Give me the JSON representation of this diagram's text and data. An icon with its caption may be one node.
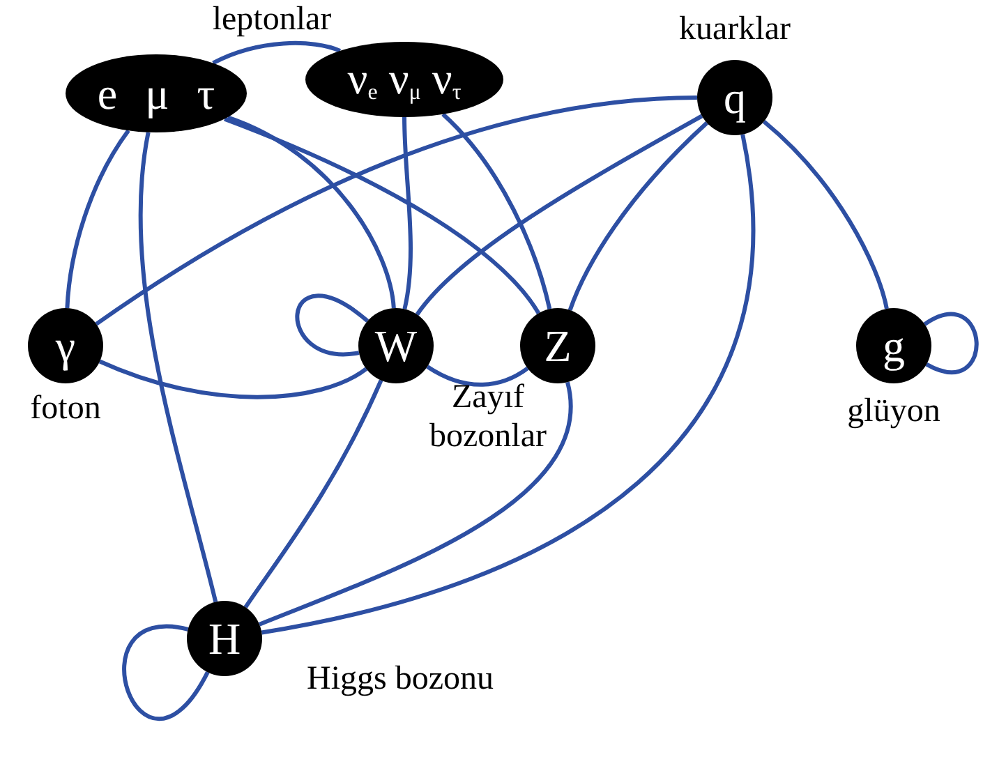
{
  "diagram": {
    "nodes": [
      {
        "text": [
          "e μ τ"
        ]
      },
      {
        "text": [
          "ν$_{e}$ ν$_{μ}$ ν$_{τ}$"
        ]
      },
      {
        "text": [
          "q"
        ],
        "beside": [
          "kuarklar"
        ]
      },
      {
        "text": [
          "γ"
        ],
        "beside": [
          "foton"
        ]
      },
      {
        "text": [
          "W"
        ]
      },
      {
        "text": [
          "Z"
        ]
      },
      {
        "text": [
          "g"
        ],
        "beside": [
          "glüyon"
        ]
      },
      {
        "text": [
          "H"
        ],
        "beside": [
          "Higgs bozonu"
        ]
      }
    ],
    "edges": [
      {
        "from": 0,
        "to": 1,
        "arrow": "none"
      },
      {
        "from": 0,
        "to": 3,
        "arrow": "none"
      },
      {
        "from": 0,
        "to": 7,
        "arrow": "none"
      },
      {
        "from": 0,
        "to": 4,
        "arrow": "none"
      },
      {
        "from": 0,
        "to": 5,
        "arrow": "none"
      },
      {
        "from": 1,
        "to": 4,
        "arrow": "none"
      },
      {
        "from": 1,
        "to": 5,
        "arrow": "none"
      },
      {
        "from": 2,
        "to": 3,
        "arrow": "none"
      },
      {
        "from": 2,
        "to": 4,
        "arrow": "none"
      },
      {
        "from": 2,
        "to": 5,
        "arrow": "none"
      },
      {
        "from": 2,
        "to": 6,
        "arrow": "none"
      },
      {
        "from": 2,
        "to": 7,
        "arrow": "none"
      },
      {
        "from": 3,
        "to": 4,
        "arrow": "none"
      },
      {
        "from": 4,
        "to": 4,
        "arrow": "none"
      },
      {
        "from": 4,
        "to": 5,
        "arrow": "none"
      },
      {
        "from": 4,
        "to": 7,
        "arrow": "none"
      },
      {
        "from": 5,
        "to": 7,
        "arrow": "none"
      },
      {
        "from": 6,
        "to": 6,
        "arrow": "none"
      },
      {
        "from": 7,
        "to": 7,
        "arrow": "none"
      }
    ],
    "labels": [
      "leptonlar",
      "Zayıf bozonlar"
    ]
  }
}
